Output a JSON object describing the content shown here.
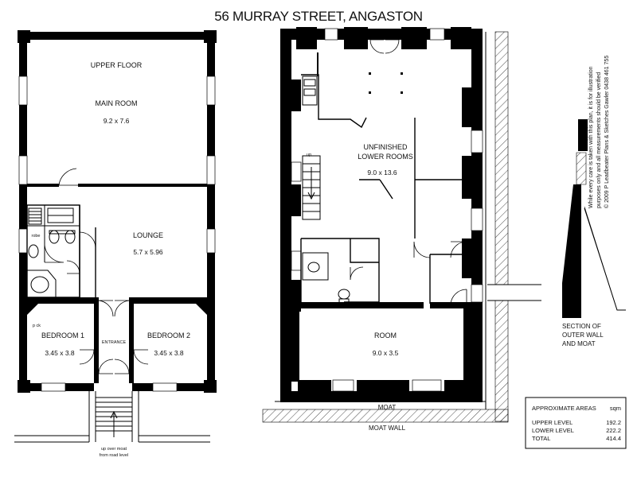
{
  "title": "56 MURRAY STREET, ANGASTON",
  "upper_floor": {
    "level_label": "UPPER FLOOR",
    "rooms": [
      {
        "name": "MAIN ROOM",
        "size": "9.2 x 7.6"
      },
      {
        "name": "LOUNGE",
        "size": "5.7 x 5.96"
      },
      {
        "name": "BEDROOM 1",
        "size": "3.45 x 3.8"
      },
      {
        "name": "BEDROOM 2",
        "size": "3.45 x 3.8"
      }
    ],
    "entrance_label": "ENTRANCE",
    "robe_label": "robe",
    "pick_label": "p ck",
    "stair_note_line1": "up over moat",
    "stair_note_line2": "from road level"
  },
  "lower_floor": {
    "rooms": [
      {
        "name_line1": "UNFINISHED",
        "name_line2": "LOWER ROOMS",
        "size": "9.0 x 13.6"
      },
      {
        "name": "ROOM",
        "size": "9.0 x 3.5"
      }
    ],
    "up_label": "up",
    "moat_label": "MOAT",
    "moat_wall_label": "MOAT WALL"
  },
  "section": {
    "line1": "SECTION OF",
    "line2": "OUTER WALL",
    "line3": "AND MOAT"
  },
  "disclaimer": {
    "line1": "While every care is taken with this plan, it is for illustration",
    "line2": "purposes only and all measurements should be verified",
    "line3": "© 2009 P Leadbeater Plans & Sketches Gawler 0438 461 755"
  },
  "areas": {
    "heading": "APPROXIMATE AREAS",
    "unit": "sqm",
    "rows": [
      {
        "label": "UPPER LEVEL",
        "value": "192.2"
      },
      {
        "label": "LOWER LEVEL",
        "value": "222.2"
      },
      {
        "label": "TOTAL",
        "value": "414.4"
      }
    ]
  },
  "colors": {
    "ink": "#000000",
    "paper": "#ffffff"
  }
}
